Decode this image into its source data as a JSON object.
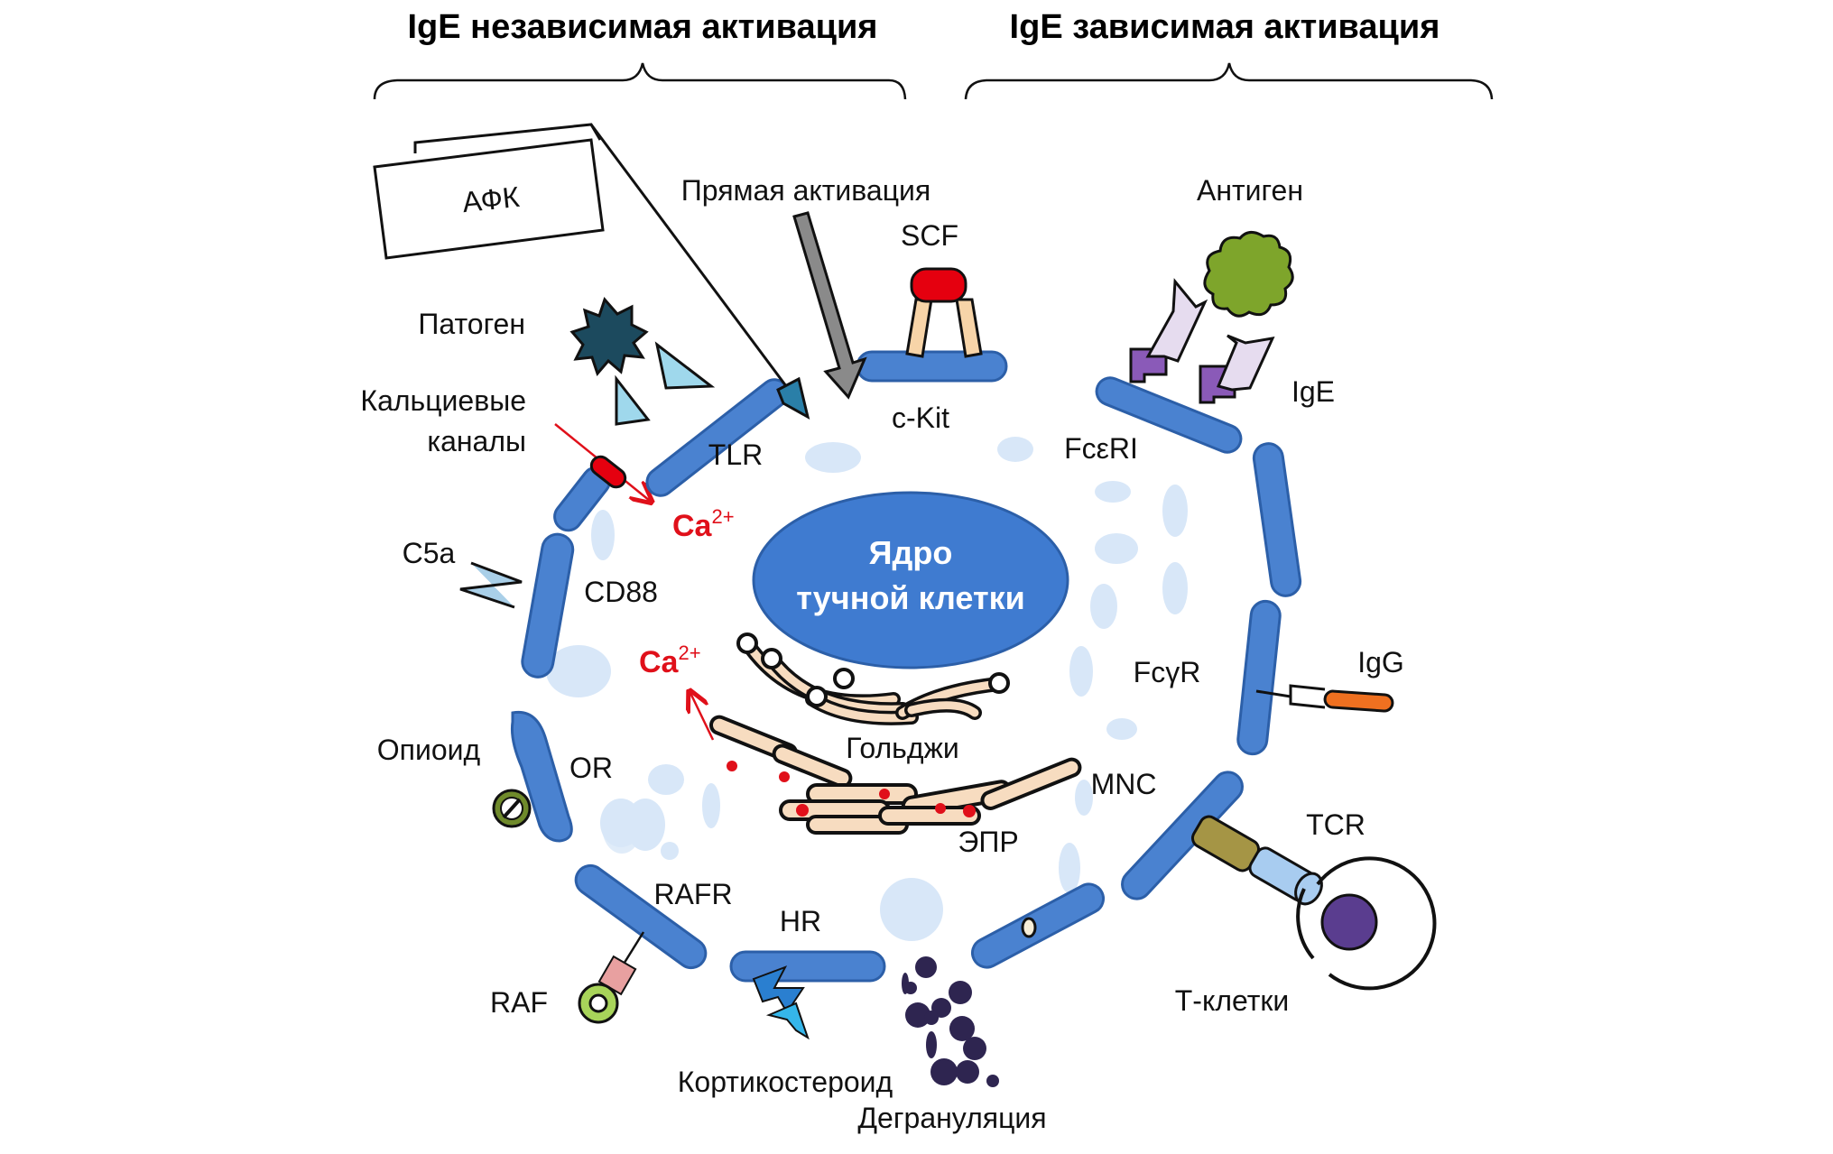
{
  "headers": {
    "ige_independent": "IgE независимая активация",
    "ige_dependent": "IgE зависимая активация"
  },
  "labels": {
    "afk": "АФК",
    "direct_activation": "Прямая активация",
    "scf": "SCF",
    "ckit": "c-Kit",
    "antigen": "Антиген",
    "ige": "IgE",
    "fceri": "FcεRI",
    "pathogen": "Патоген",
    "calcium_channels_1": "Кальциевые",
    "calcium_channels_2": "каналы",
    "tlr": "TLR",
    "c5a": "C5a",
    "cd88": "CD88",
    "opioid": "Опиоид",
    "or": "OR",
    "raf": "RAF",
    "rafr": "RAFR",
    "hr": "HR",
    "corticosteroid": "Кортикостероид",
    "degranulation": "Дегрануляция",
    "golgi": "Гольджи",
    "er": "ЭПР",
    "mnc": "MNC",
    "fcgr": "FcγR",
    "igg": "IgG",
    "tcr": "TCR",
    "t_cells": "Т-клетки",
    "ca_base": "Ca",
    "ca_sup": "2+"
  },
  "nucleus": {
    "line1": "Ядро",
    "line2": "тучной клетки"
  },
  "colors": {
    "membrane": "#4a82d0",
    "vesicle": "#d8e7f8",
    "calcium": "#e0101a",
    "antigen": "#7ea52b",
    "ige_receptor": "#8a5ab8",
    "granule": "#2e2550"
  }
}
